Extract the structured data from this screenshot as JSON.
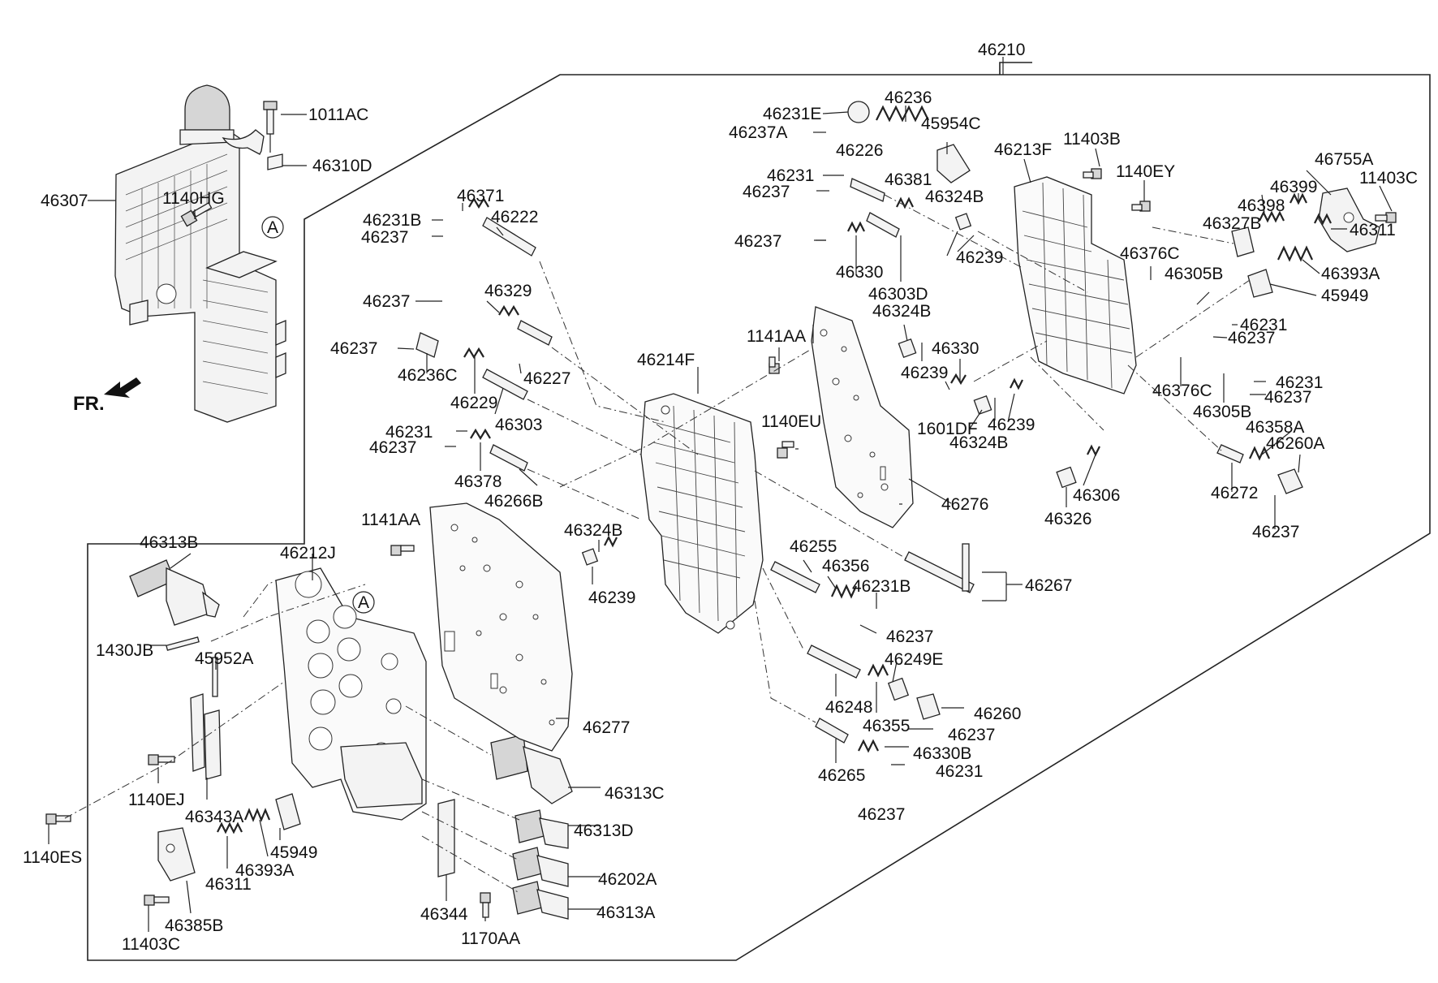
{
  "callouts": {
    "c46210": "46210",
    "c1011AC": "1011AC",
    "c46310D": "46310D",
    "c46307": "46307",
    "c1140HG": "1140HG",
    "cA1": "A",
    "cA2": "A",
    "cFR": "FR.",
    "c46231E": "46231E",
    "c46236": "46236",
    "c46237A": "46237A",
    "c45954C": "45954C",
    "c46213F": "46213F",
    "c11403B": "11403B",
    "c1140EY": "1140EY",
    "c46755A": "46755A",
    "c11403C_a": "11403C",
    "c46226": "46226",
    "c46231_a": "46231",
    "c46381": "46381",
    "c46237_a": "46237",
    "c46324B_a": "46324B",
    "c46399": "46399",
    "c46398": "46398",
    "c46327B": "46327B",
    "c46311_a": "46311",
    "c46371": "46371",
    "c46231B_a": "46231B",
    "c46222": "46222",
    "c46237_b": "46237",
    "c46237_c": "46237",
    "c46239_a": "46239",
    "c46376C_a": "46376C",
    "c46393A_a": "46393A",
    "c46330_a": "46330",
    "c46305B_a": "46305B",
    "c45949_a": "45949",
    "c46303D": "46303D",
    "c46237_d": "46237",
    "c46329": "46329",
    "c46324B_b": "46324B",
    "c46231_b": "46231",
    "c46237_e": "46237",
    "c1141AA_a": "1141AA",
    "c46237_f": "46237",
    "c46330_b": "46330",
    "c46214F": "46214F",
    "c46236C": "46236C",
    "c46227": "46227",
    "c46239_b": "46239",
    "c46376C_b": "46376C",
    "c46231_c": "46231",
    "c46237_g": "46237",
    "c46229": "46229",
    "c1601DF": "1601DF",
    "c46305B_b": "46305B",
    "c46303": "46303",
    "c46239_c": "46239",
    "c46358A": "46358A",
    "c46324B_c": "46324B",
    "c46260A": "46260A",
    "c46231_d": "46231",
    "c1140EU": "1140EU",
    "c46237_h": "46237",
    "c46378": "46378",
    "c46272": "46272",
    "c46306": "46306",
    "c46266B": "46266B",
    "c46276": "46276",
    "c46326": "46326",
    "c46237_i": "46237",
    "c1141AA_b": "1141AA",
    "c46313B": "46313B",
    "c46212J": "46212J",
    "c46324B_d": "46324B",
    "c46255": "46255",
    "c46356": "46356",
    "c46231B_b": "46231B",
    "c46267": "46267",
    "c46239_d": "46239",
    "c46237_j": "46237",
    "c1430JB": "1430JB",
    "c45952A": "45952A",
    "c46249E": "46249E",
    "c46248": "46248",
    "c46260": "46260",
    "c46355": "46355",
    "c46237_k": "46237",
    "c46277": "46277",
    "c46330B": "46330B",
    "c46231_e": "46231",
    "c46265": "46265",
    "c46313C": "46313C",
    "c1140EJ": "1140EJ",
    "c46237_l": "46237",
    "c46343A": "46343A",
    "c46313D": "46313D",
    "c1140ES": "1140ES",
    "c45949_b": "45949",
    "c46393A_b": "46393A",
    "c46202A": "46202A",
    "c46311_b": "46311",
    "c46344": "46344",
    "c46313A": "46313A",
    "c46385B": "46385B",
    "c1170AA": "1170AA",
    "c11403C_b": "11403C"
  }
}
